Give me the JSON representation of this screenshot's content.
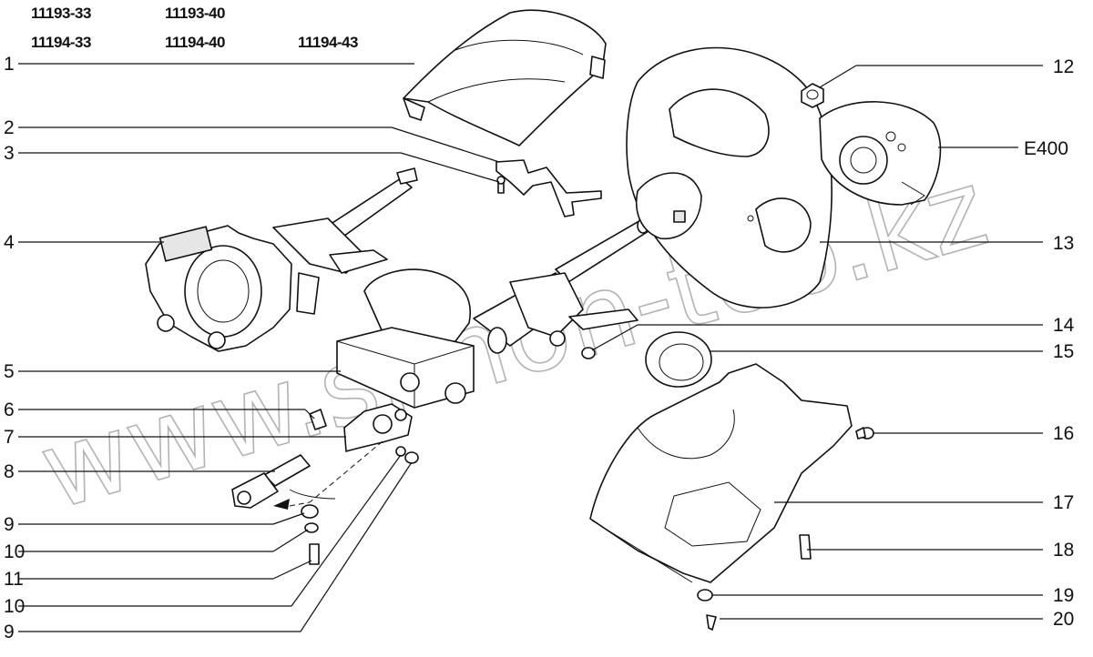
{
  "header": {
    "codes_row1": [
      "11193-33",
      "11193-40"
    ],
    "codes_row2": [
      "11194-33",
      "11194-40",
      "11194-43"
    ]
  },
  "watermark": "www.simon-too.kz",
  "callouts_left": [
    "1",
    "2",
    "3",
    "4",
    "5",
    "6",
    "7",
    "8",
    "9",
    "10",
    "11",
    "10",
    "9"
  ],
  "callouts_right": [
    "12",
    "E400",
    "13",
    "14",
    "15",
    "16",
    "17",
    "18",
    "19",
    "20"
  ]
}
